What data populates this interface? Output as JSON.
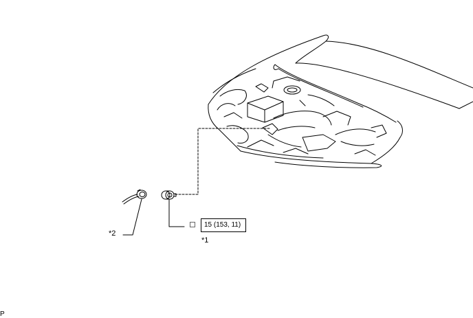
{
  "callouts": {
    "part_2": "*2",
    "part_1": "*1"
  },
  "torque": {
    "value_text": "15 (153, 11)",
    "icon": "tightening-torque-icon"
  },
  "page_marker": "P"
}
